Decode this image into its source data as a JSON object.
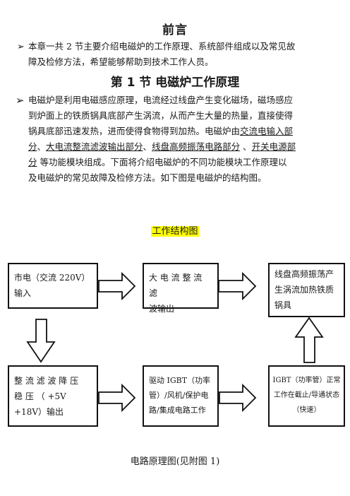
{
  "header": {
    "title": "前言"
  },
  "intro": {
    "line1": "本章一共 2 节主要介绍电磁炉的工作原理、系统部件组成以及常见故",
    "line2": "障及检修方法，希望能够帮助到技术工作人员。"
  },
  "section1": {
    "title": "第 1 节   电磁炉工作原理",
    "line1": "电磁炉是利用电磁感应原理，电流经过线盘产生变化磁场，磁场感应",
    "line2": "到炉面上的铁质锅具底部产生涡流，从而产生大量的热量，直接使得",
    "line3_a": "锅具底部迅速发热，进而使得食物得到加热。电磁炉由",
    "line3_u": "交流电输入部",
    "line4_u1": "分",
    "line4_s1": "、",
    "line4_u2": "大电流整流滤波输出部分",
    "line4_s2": "、",
    "line4_u3": "线盘高频振荡电路部分",
    "line4_s3": " 、",
    "line4_u4": "开关电源部",
    "line5_u": "分",
    "line5_b": "  等功能模块组成。下面将介绍电磁炉的不同功能模块工作原理以",
    "line6": "及电磁炉的常见故障及检修方法。如下图是电磁炉的结构图。"
  },
  "diagram": {
    "title": "工作结构图",
    "box1": {
      "l1": "市电（交流 220V）",
      "l2": "输入"
    },
    "box2": {
      "l1": "大 电 流 整 流 滤",
      "l2": "波输出"
    },
    "box3": {
      "l1": "线盘高频振荡产",
      "l2": "生涡流加热铁质",
      "l3": "锅具"
    },
    "box4": {
      "l1": "整 流 滤 波 降 压",
      "l2": "稳   压   （   +5V",
      "l3": "+18V）输出"
    },
    "box5": {
      "l1": "驱动  IGBT（功率",
      "l2": "管）/风机/保护电",
      "l3": "路/集成电路工作"
    },
    "box6": {
      "l1": "IGBT（功率管）正常",
      "l2": "工作在截止/导通状态",
      "l3": "（快速）"
    }
  },
  "footer": {
    "caption": "电路原理图(见附图 1)"
  }
}
